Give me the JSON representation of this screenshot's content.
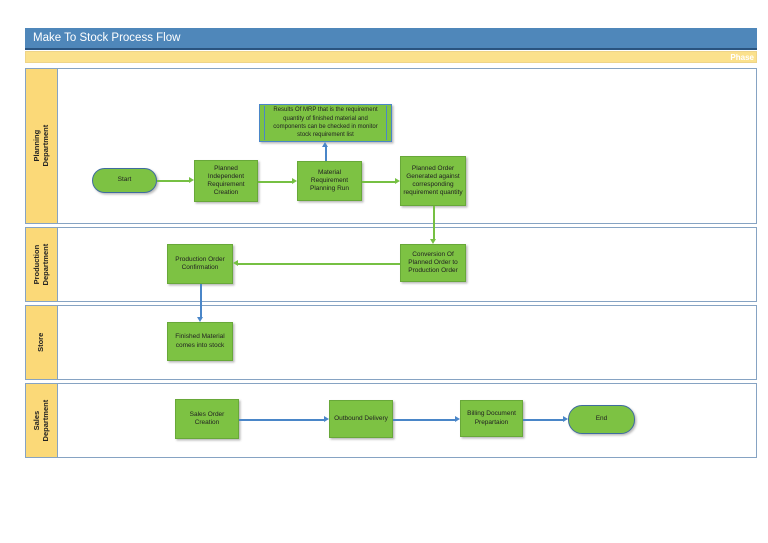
{
  "header": {
    "title": "Make To Stock Process Flow",
    "phase_label": "Phase"
  },
  "lanes": [
    {
      "label": "Planning Department"
    },
    {
      "label": "Production Department"
    },
    {
      "label": "Store"
    },
    {
      "label": "Sales Department"
    }
  ],
  "nodes": {
    "note": "Results Of MRP that is the requirement quantity of finished material and components can be checked in monitor stock requirement list",
    "start": "Start",
    "planned_independent_requirement": "Planned Independent Requirement Creation",
    "mrp_run": "Material Requirement Planning Run",
    "planned_order": "Planned Order Generated against corresponding requirement quantity",
    "conversion": "Conversion Of Planned Order to Production Order",
    "confirmation": "Production Order Confirmation",
    "finished_material": "Finished Material comes into stock",
    "sales_order": "Sales Order Creation",
    "outbound_delivery": "Outbound Delivery",
    "billing_document": "Billing Document Prepartaion",
    "end": "End"
  },
  "colors": {
    "header_bar": "#4f87ba",
    "phase_bar": "#fbe18c",
    "lane_label_fill": "#fbd978",
    "shape_fill": "#7dc243",
    "green_connector": "#76c043",
    "blue_connector": "#4a86c8"
  }
}
